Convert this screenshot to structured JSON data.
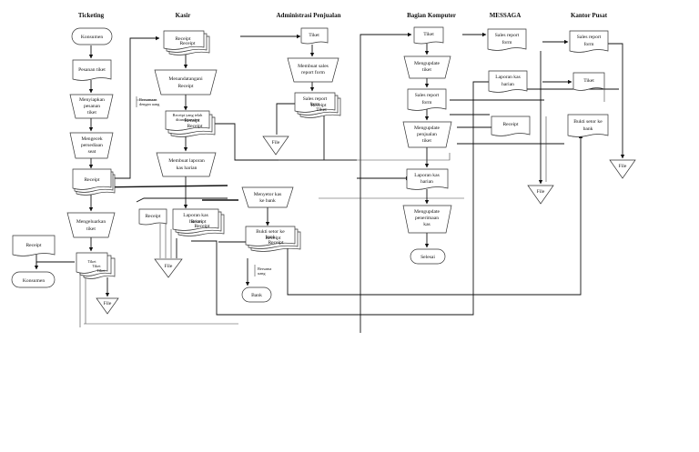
{
  "columns": {
    "ticketing": "Ticketing",
    "kasir": "Kasir",
    "admin": "Administrasi Penjualan",
    "komputer": "Bagian Komputer",
    "messaga": "MESSAGA",
    "pusat": "Kantor Pusat"
  },
  "ticketing": {
    "konsumen": "Konsumen",
    "pesanan": "Pesanan tiket",
    "menyiapkan": [
      "Menyiapkan",
      "pesanan",
      "tiket"
    ],
    "mengecek": [
      "Mengecek",
      "persediaan",
      "seat"
    ],
    "receipt": "Receipt",
    "mengeluarkan": [
      "Mengeluarkan",
      "tiket"
    ],
    "receipt_out": "Receipt",
    "konsumen_end": "Konsumen",
    "tiket_stack": [
      "Tiket",
      "Tiket",
      "Tiket"
    ],
    "file": "File"
  },
  "kasir": {
    "receipt_stack": [
      "Receipt",
      "Receipt"
    ],
    "menandatangani": [
      "Menandatangani",
      "Receipt"
    ],
    "note_uang": [
      "Bersamaan",
      "dengan uang"
    ],
    "receipt_yang": [
      "Receipt yang telah",
      "ditandatangani"
    ],
    "receipt_mini": [
      "Receipt",
      "Receipt"
    ],
    "membuat_laporan": [
      "Membuat laporan",
      "kas harian"
    ],
    "receipt_doc": "Receipt",
    "laporan": [
      "Laporan kas",
      "harian"
    ],
    "laporan_mini": [
      "Receipt",
      "Receipt"
    ],
    "file": "File"
  },
  "admin": {
    "tiket": "Tiket",
    "membuat_sales": [
      "Membuat sales",
      "report form"
    ],
    "sales_report": [
      "Sales report",
      "form"
    ],
    "sales_mini": [
      "Receipt",
      "Tiket"
    ],
    "file": "File",
    "menyetor": [
      "Menyetor kas",
      "ke bank"
    ],
    "bukti": [
      "Bukti setor ke",
      "bank"
    ],
    "bukti_mini": [
      "Receipt",
      "Receipt"
    ],
    "note_uang": [
      "Bersama",
      "uang"
    ],
    "bank": "Bank"
  },
  "komputer": {
    "tiket": "Tiket",
    "mengupdate_tiket": [
      "Mengupdate",
      "tiket"
    ],
    "sales_report": [
      "Sales report",
      "form"
    ],
    "mengupdate_penjualan": [
      "Mengupdate",
      "penjualan",
      "tiket"
    ],
    "laporan": [
      "Laporan kas",
      "harian"
    ],
    "mengupdate_kas": [
      "Mengupdate",
      "penerimaan",
      "kas"
    ],
    "selesai": "Selesai"
  },
  "messaga": {
    "sales_report": [
      "Sales report",
      "form"
    ],
    "laporan": [
      "Laporan kas",
      "harian"
    ],
    "receipt": "Receipt",
    "file": "File"
  },
  "pusat": {
    "sales_report": [
      "Sales report",
      "form"
    ],
    "tiket": "Tiket",
    "bukti": [
      "Bukti setor ke",
      "bank"
    ],
    "file": "File"
  }
}
